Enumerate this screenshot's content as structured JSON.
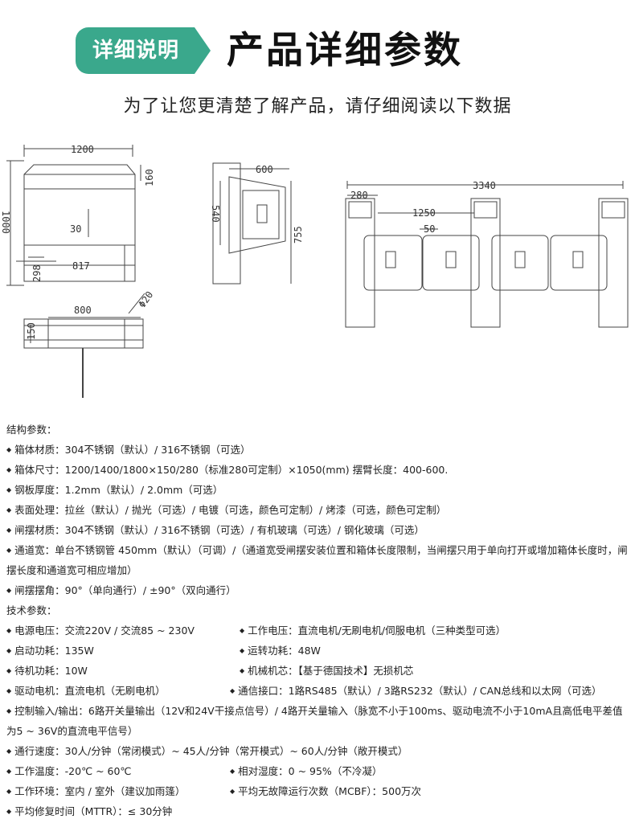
{
  "header": {
    "badge": "详细说明",
    "title_bold": "产品",
    "title_rest": "详细参数",
    "subtitle": "为了让您更清楚了解产品，请仔细阅读以下数据"
  },
  "drawing": {
    "labels": {
      "w1200": "1200",
      "h160": "160",
      "h1000": "1000",
      "w30": "30",
      "w298": "298",
      "w817": "817",
      "w800": "800",
      "d20": "Φ20",
      "w150": "150",
      "w600": "600",
      "h540": "540",
      "h755": "755",
      "w3340": "3340",
      "w280": "280",
      "w1250": "1250",
      "w50": "50"
    }
  },
  "specs": {
    "structure_heading": "结构参数：",
    "structure": [
      "箱体材质：304不锈钢（默认）/ 316不锈钢（可选）",
      "箱体尺寸：1200/1400/1800×150/280（标准280可定制）×1050(mm)  摆臂长度：400-600.",
      "钢板厚度：1.2mm（默认）/ 2.0mm（可选）",
      "表面处理：拉丝（默认）/ 抛光（可选）/ 电镀（可选，颜色可定制）/ 烤漆（可选，颜色可定制）",
      "闸摆材质：304不锈钢（默认）/ 316不锈钢（可选）/ 有机玻璃（可选）/ 钢化玻璃（可选）",
      "通道宽：单台不锈钢管 450mm（默认）（可调）/（通道宽受闸摆安装位置和箱体长度限制，当闸摆只用于单向打开或增加箱体长度时，闸摆长度和通道宽可相应增加）",
      "闸摆摆角：90°（单向通行）/ ±90°（双向通行）"
    ],
    "tech_heading": "技术参数：",
    "tech": {
      "r1a": "电源电压：交流220V / 交流85 ~ 230V",
      "r1b": "工作电压：直流电机/无刷电机/伺服电机（三种类型可选）",
      "r2a": "启动功耗：135W",
      "r2b": "运转功耗：48W",
      "r3a": "待机功耗：10W",
      "r3b": "机械机芯：【基于德国技术】无损机芯",
      "r4a": "驱动电机：直流电机（无刷电机）",
      "r4b": "通信接口：1路RS485（默认）/ 3路RS232（默认）/ CAN总线和以太网（可选）",
      "r5": "控制输入/输出：6路开关量输出（12V和24V干接点信号）/ 4路开关量输入（脉宽不小于100ms、驱动电流不小于10mA且高低电平差值为5 ~ 36V的直流电平信号）",
      "r6": "通行速度：30人/分钟（常闭模式）~ 45人/分钟（常开模式）~ 60人/分钟（敞开模式）",
      "r7a": "工作温度：-20℃ ~ 60℃",
      "r7b": "相对湿度：0 ~ 95%（不冷凝）",
      "r8a": "工作环境：室内 / 室外（建议加雨篷）",
      "r8b": "平均无故障运行次数（MCBF）：500万次",
      "r9": "平均修复时间（MTTR）：≤ 30分钟"
    }
  }
}
